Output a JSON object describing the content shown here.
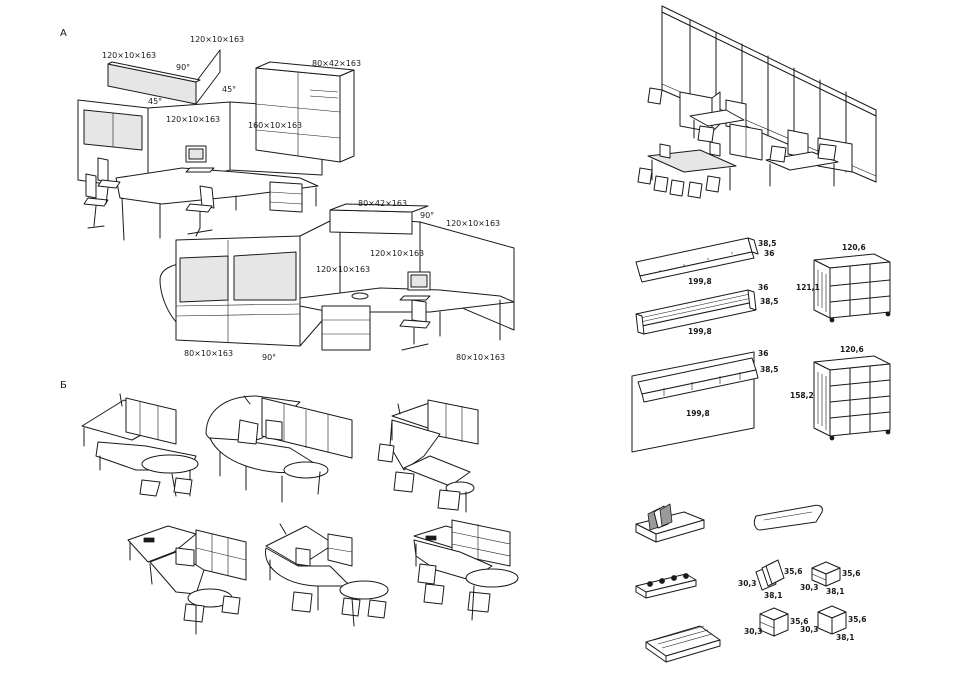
{
  "sections": {
    "a": "А",
    "b": "Б"
  },
  "labels_a": {
    "top_panel": "120×10×163",
    "left_panel": "120×10×163",
    "angle_top": "90°",
    "angle_left": "45°",
    "angle_right": "45°",
    "cabinet_top": "80×42×163",
    "inner_left": "120×10×163",
    "inner_right": "160×10×163",
    "cabinet_mid": "80×42×163",
    "angle_mid": "90°",
    "right_panel": "120×10×163",
    "center_panel_1": "120×10×163",
    "center_panel_2": "120×10×163",
    "bottom_left": "80×10×163",
    "angle_bottom": "90°",
    "bottom_right": "80×10×163"
  },
  "labels_shelves": {
    "shelf1_width": "199,8",
    "shelf1_h": "38,5",
    "shelf1_d": "36",
    "shelf2_width": "199,8",
    "shelf2_h": "36",
    "shelf2_d": "38,5",
    "shelf3_width": "199,8",
    "shelf3_h": "36",
    "shelf3_d": "38,5",
    "rack1_width": "120,6",
    "rack1_height": "121,1",
    "rack2_width": "120,6",
    "rack2_height": "158,2"
  },
  "labels_accessories": {
    "box1_w": "30,3",
    "box1_h": "35,6",
    "box1_d": "38,1",
    "box2_w": "30,3",
    "box2_h": "35,6",
    "box2_d": "38,1",
    "box3_w": "30,3",
    "box3_h": "35,6",
    "box4_w": "30,3",
    "box4_h": "35,6",
    "box4_d": "38,1"
  }
}
